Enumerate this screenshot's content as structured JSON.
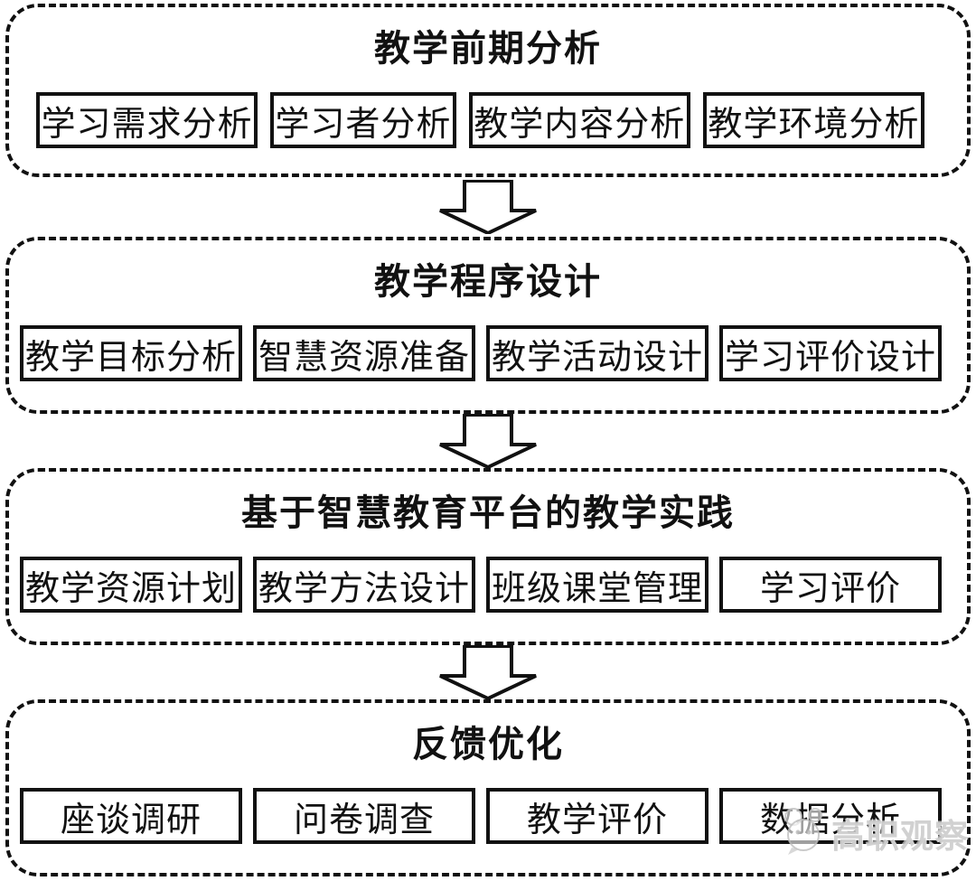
{
  "diagram_title": "",
  "sections": [
    {
      "title": "教学前期分析",
      "boxes": [
        "学习需求分析",
        "学习者分析",
        "教学内容分析",
        "教学环境分析"
      ]
    },
    {
      "title": "教学程序设计",
      "boxes": [
        "教学目标分析",
        "智慧资源准备",
        "教学活动设计",
        "学习评价设计"
      ]
    },
    {
      "title": "基于智慧教育平台的教学实践",
      "boxes": [
        "教学资源计划",
        "教学方法设计",
        "班级课堂管理",
        "学习评价"
      ]
    },
    {
      "title": "反馈优化",
      "boxes": [
        "座谈调研",
        "问卷调查",
        "教学评价",
        "数据分析"
      ]
    }
  ],
  "arrows": {
    "count": 3,
    "direction": "down",
    "style": "hollow-block"
  },
  "watermark": {
    "text": "高职观察",
    "logo": "panda-chat-bubble-icon"
  },
  "colors": {
    "background": "#ffffff",
    "stroke": "#111111",
    "text": "#111111",
    "watermark": "#c4c4c4"
  }
}
